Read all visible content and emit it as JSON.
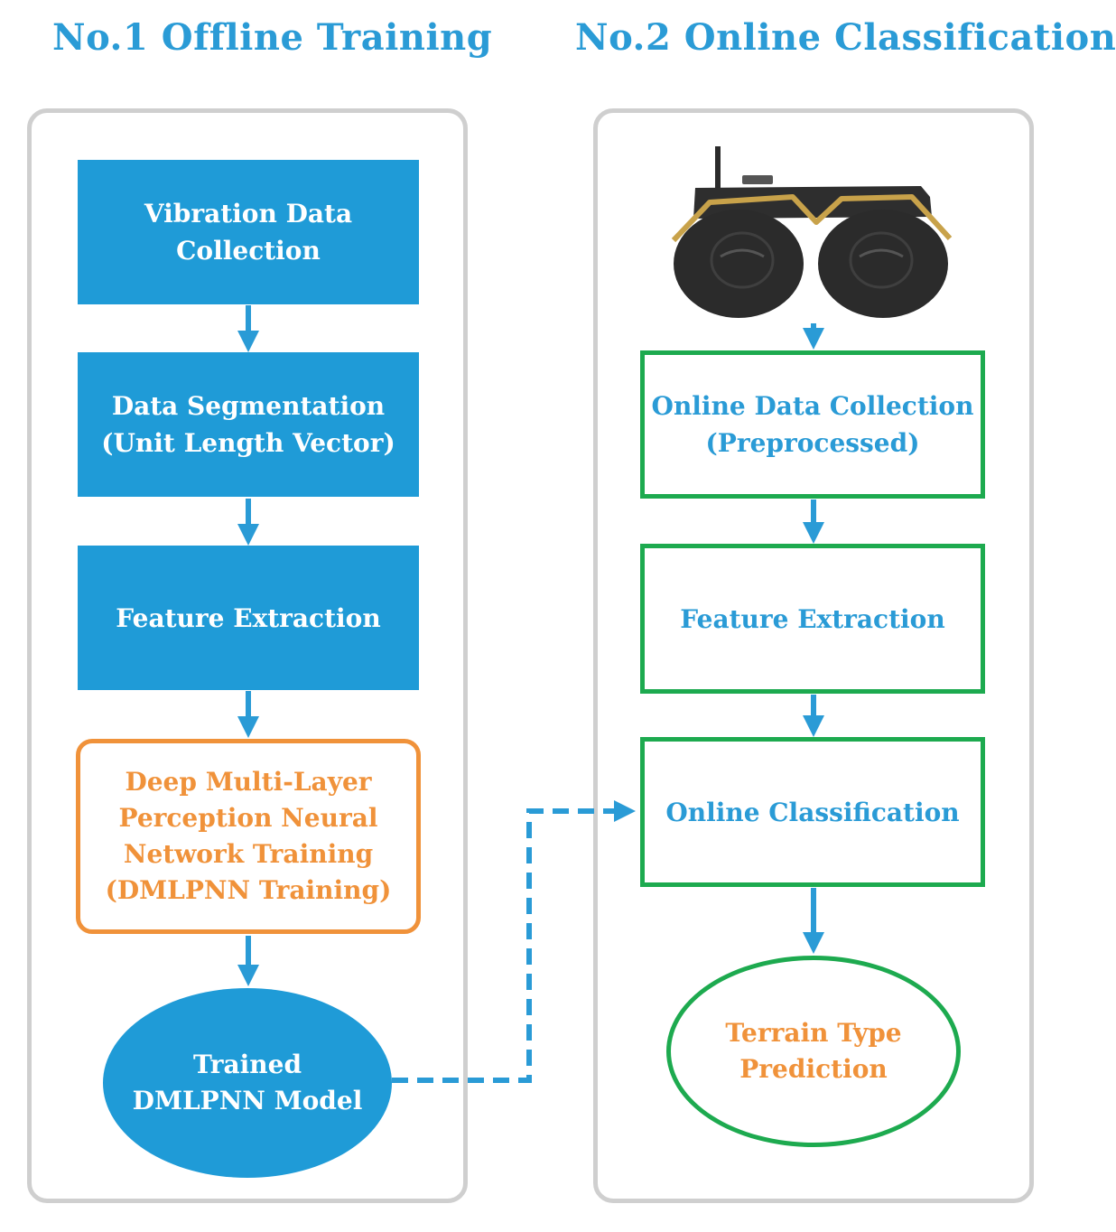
{
  "titles": {
    "left": "No.1 Offline Training",
    "right": "No.2 Online Classification"
  },
  "offline": {
    "vibration": "Vibration Data\nCollection",
    "segmentation": "Data Segmentation\n(Unit Length Vector)",
    "feature": "Feature Extraction",
    "dmlpnn": "Deep Multi-Layer\nPerception Neural\nNetwork Training\n(DMLPNN Training)",
    "model": "Trained\nDMLPNN Model"
  },
  "online": {
    "data": "Online Data Collection\n(Preprocessed)",
    "feature": "Feature Extraction",
    "classification": "Online Classification",
    "prediction": "Terrain Type\nPrediction"
  },
  "colors": {
    "blue": "#1f9bd7",
    "title_blue": "#2a9bd6",
    "green": "#1daa4f",
    "orange": "#f0923a",
    "panel_gray": "#cfcfcf"
  },
  "icons": {
    "robot": "wheeled-robot-icon"
  }
}
